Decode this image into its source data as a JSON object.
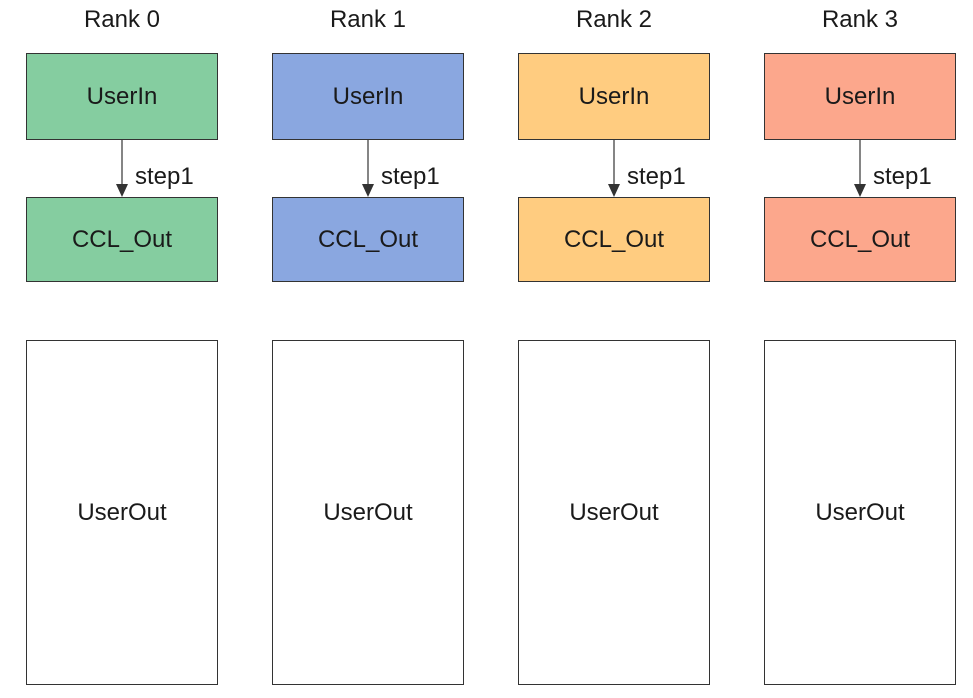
{
  "ranks": [
    {
      "title": "Rank 0",
      "box_color": "#85CDA0",
      "user_in_label": "UserIn",
      "arrow_label": "step1",
      "ccl_out_label": "CCL_Out",
      "user_out_label": "UserOut"
    },
    {
      "title": "Rank 1",
      "box_color": "#8AA7E0",
      "user_in_label": "UserIn",
      "arrow_label": "step1",
      "ccl_out_label": "CCL_Out",
      "user_out_label": "UserOut"
    },
    {
      "title": "Rank 2",
      "box_color": "#FFCC80",
      "user_in_label": "UserIn",
      "arrow_label": "step1",
      "ccl_out_label": "CCL_Out",
      "user_out_label": "UserOut"
    },
    {
      "title": "Rank 3",
      "box_color": "#FCA78C",
      "user_in_label": "UserIn",
      "arrow_label": "step1",
      "ccl_out_label": "CCL_Out",
      "user_out_label": "UserOut"
    }
  ],
  "colors": {
    "border": "#333333",
    "arrow": "#333333",
    "text": "#1A1A1A",
    "background": "#FFFFFF"
  }
}
